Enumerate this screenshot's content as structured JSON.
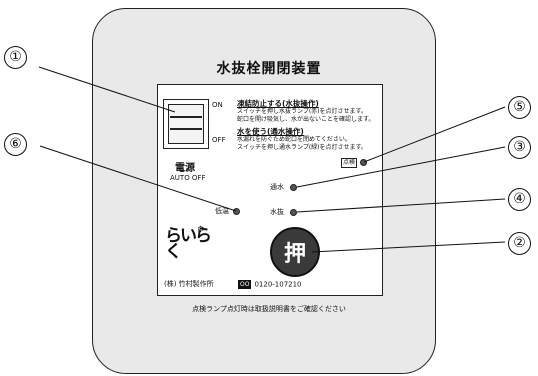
{
  "title": "水抜栓開閉装置",
  "switch": {
    "on_label": "ON",
    "off_label": "OFF"
  },
  "instructions": {
    "freeze_heading": "凍結防止する(水抜操作)",
    "freeze_line1": "スイッチを押し水抜ランプ(赤)を点灯させます。",
    "freeze_line2": "蛇口を開け吸気し、水が出ないことを確認します。",
    "use_heading": "水を使う(通水操作)",
    "use_line1": "水漏れを防ぐため蛇口を閉めてください。",
    "use_line2": "スイッチを押し通水ランプ(緑)を点灯させます。"
  },
  "power": {
    "label": "電源",
    "sub": "AUTO OFF"
  },
  "lamps": {
    "inspect": "点検",
    "flow": "通水",
    "drain": "水抜",
    "low_temp": "低温"
  },
  "push_button": "押",
  "brand_logo_text": "らいらく",
  "maker": "(株) 竹村製作所",
  "phone_badge": "OO",
  "phone": "0120-107210",
  "footer_note": "点検ランプ点灯時は取扱説明書をご確認ください",
  "callouts": [
    "①",
    "②",
    "③",
    "④",
    "⑤",
    "⑥"
  ]
}
